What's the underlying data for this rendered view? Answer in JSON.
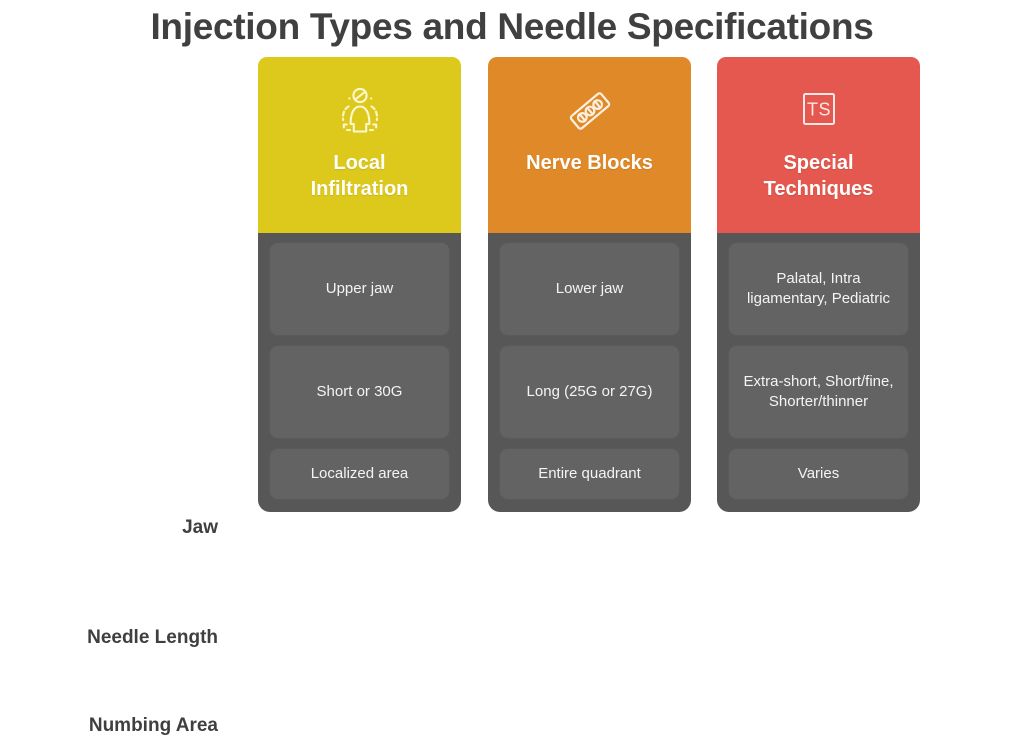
{
  "page": {
    "title": "Injection Types and Needle Specifications",
    "background": "#ffffff",
    "title_color": "#404040"
  },
  "row_labels": [
    {
      "label": "Jaw"
    },
    {
      "label": "Needle Length"
    },
    {
      "label": "Numbing Area"
    }
  ],
  "columns": [
    {
      "title": "Local\nInfiltration",
      "title_line1": "Local",
      "title_line2": "Infiltration",
      "color": "#DDC91C",
      "icon": "people-group-icon",
      "cells": [
        {
          "text": "Upper jaw"
        },
        {
          "text": "Short or 30G"
        },
        {
          "text": "Localized area"
        }
      ]
    },
    {
      "title": "Nerve Blocks",
      "title_line1": "Nerve Blocks",
      "title_line2": "",
      "color": "#E08929",
      "icon": "pill-blister-pack-icon",
      "cells": [
        {
          "text": "Lower jaw"
        },
        {
          "text": "Long (25G or 27G)"
        },
        {
          "text": "Entire quadrant"
        }
      ]
    },
    {
      "title": "Special\nTechniques",
      "title_line1": "Special",
      "title_line2": "Techniques",
      "color": "#E4584F",
      "icon": "ts-square-icon",
      "icon_text": "TS",
      "cells": [
        {
          "text": "Palatal, Intra ligamentary, Pediatric"
        },
        {
          "text": "Extra-short, Short/fine, Shorter/thinner"
        },
        {
          "text": "Varies"
        }
      ]
    }
  ],
  "theme": {
    "column_body_color": "#575757",
    "cell_color": "#636363",
    "cell_text_color": "#f4f4f4"
  }
}
